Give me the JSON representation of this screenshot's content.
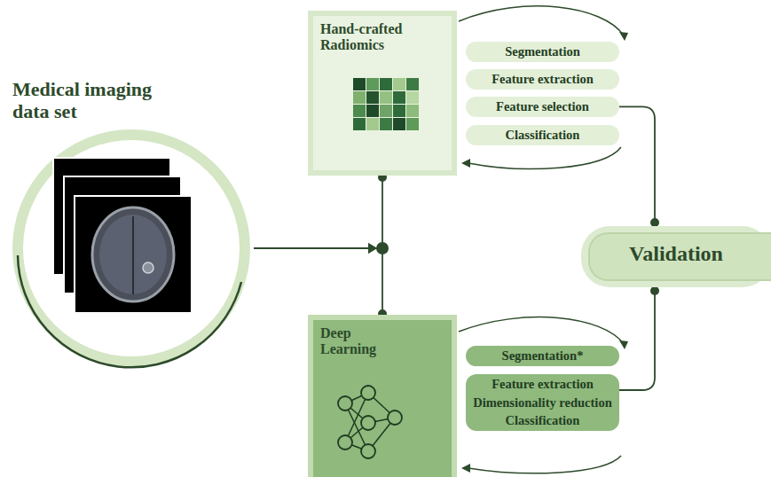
{
  "diagram": {
    "nodes": [
      {
        "text": [
          "Medical imaging data set"
        ]
      },
      {
        "text": [
          "Hand-crafted Radiomics"
        ]
      },
      {
        "text": [
          "Segmentation"
        ]
      },
      {
        "text": [
          "Feature extraction"
        ]
      },
      {
        "text": [
          "Feature selection"
        ]
      },
      {
        "text": [
          "Classification"
        ]
      },
      {
        "text": [
          "Validation"
        ]
      },
      {
        "text": [
          "Deep Learning"
        ]
      },
      {
        "text": [
          "Segmentation*"
        ]
      },
      {
        "text": [
          "Feature extraction",
          "Dimensionality reduction",
          "Classification"
        ]
      }
    ],
    "edges": [
      {
        "from": 0,
        "to": 1,
        "arrow": "to"
      },
      {
        "from": 0,
        "to": 7,
        "arrow": "to"
      },
      {
        "from": 4,
        "to": 6,
        "arrow": "none"
      },
      {
        "from": 9,
        "to": 6,
        "arrow": "none"
      }
    ]
  }
}
